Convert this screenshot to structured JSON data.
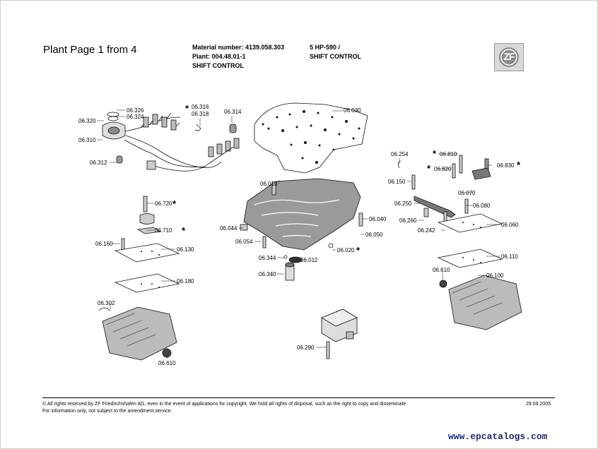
{
  "page_title": "Plant Page 1 from 4",
  "header": {
    "material": "Material number: 4139.058.303",
    "plant": "Plant: 004.48.01-1",
    "group": "SHIFT CONTROL",
    "model": "5 HP-590 /",
    "model_group": "SHIFT CONTROL"
  },
  "logo_text": "ZF",
  "part_labels": {
    "p06326": "06.326",
    "p06324": "06.324",
    "p06320": "06.320",
    "p06310": "06.310",
    "p06312": "06.312",
    "p06316": "06.316",
    "p06318": "06.318",
    "p06314": "06.314",
    "p06030": "06.030",
    "p06010": "06.010",
    "p06040": "06.040",
    "p06050": "06.050",
    "p06044": "06.044",
    "p06054": "06.054",
    "p06020": "06.020",
    "p06344": "06.344",
    "p06012": "06.012",
    "p06340": "06.340",
    "p06720": "06.720",
    "p06710": "06.710",
    "p06160": "06.160",
    "p06130": "06.130",
    "p06180": "06.180",
    "p06302": "06.302",
    "p06610a": "06.610",
    "p06254": "06.254",
    "p06810": "06.810",
    "p06820": "06.820",
    "p06830": "06.830",
    "p06150": "06.150",
    "p06070": "06.070",
    "p06080": "06.080",
    "p06250": "06.250",
    "p06260": "06.260",
    "p06242": "06.242",
    "p06060": "06.060",
    "p06110": "06.110",
    "p06610b": "06.610",
    "p06100": "06.100",
    "p06290": "06.290"
  },
  "star_symbol": "*",
  "footer": {
    "rights": "© All rights reserved by ZF Friedrichshafen AG, even in the event of applications for copyright. We hold all rights of disposal, such as the right to copy and disseminate.",
    "info": "For information only, not subject to the amendment service.",
    "date": "29.09.2005"
  },
  "watermark": "www.epcatalogs.com"
}
